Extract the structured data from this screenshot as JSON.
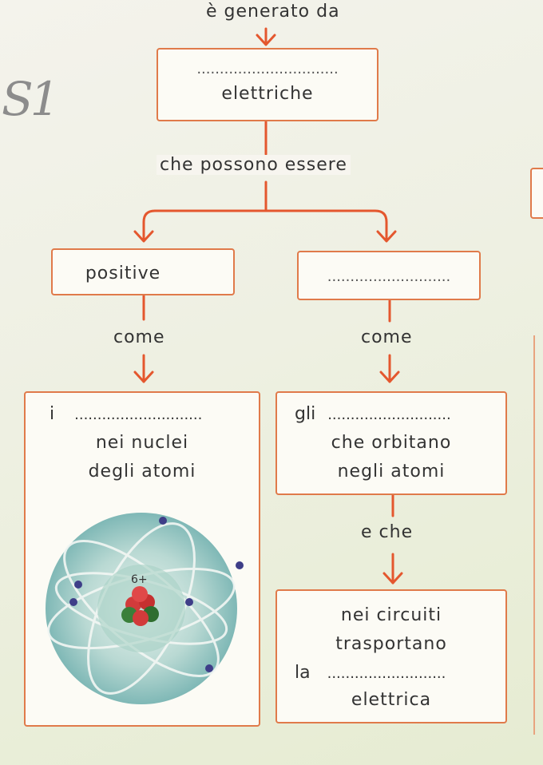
{
  "top": {
    "text": "è generato da"
  },
  "side_note": {
    "text": "S1"
  },
  "box_charges": {
    "blank": "...............................",
    "label": "elettriche"
  },
  "mid_label": {
    "text": "che possono essere"
  },
  "left": {
    "box": "positive",
    "come": "come",
    "big_box": {
      "prefix": "i",
      "blank": "............................",
      "line2": "nei nuclei",
      "line3": "degli atomi"
    },
    "atom_label": "6+"
  },
  "right": {
    "box_blank": "...........................",
    "come": "come",
    "big_box": {
      "prefix": "gli",
      "blank": "...........................",
      "line2": "che orbitano",
      "line3": "negli atomi"
    },
    "e_che": "e che",
    "bottom_box": {
      "line1": "nei circuiti",
      "line2": "trasportano",
      "prefix": "la",
      "blank": "..........................",
      "line4": "elettrica"
    }
  },
  "colors": {
    "accent": "#e4572e",
    "border": "#e07a4a",
    "box_fill": "#fcfbf5"
  }
}
